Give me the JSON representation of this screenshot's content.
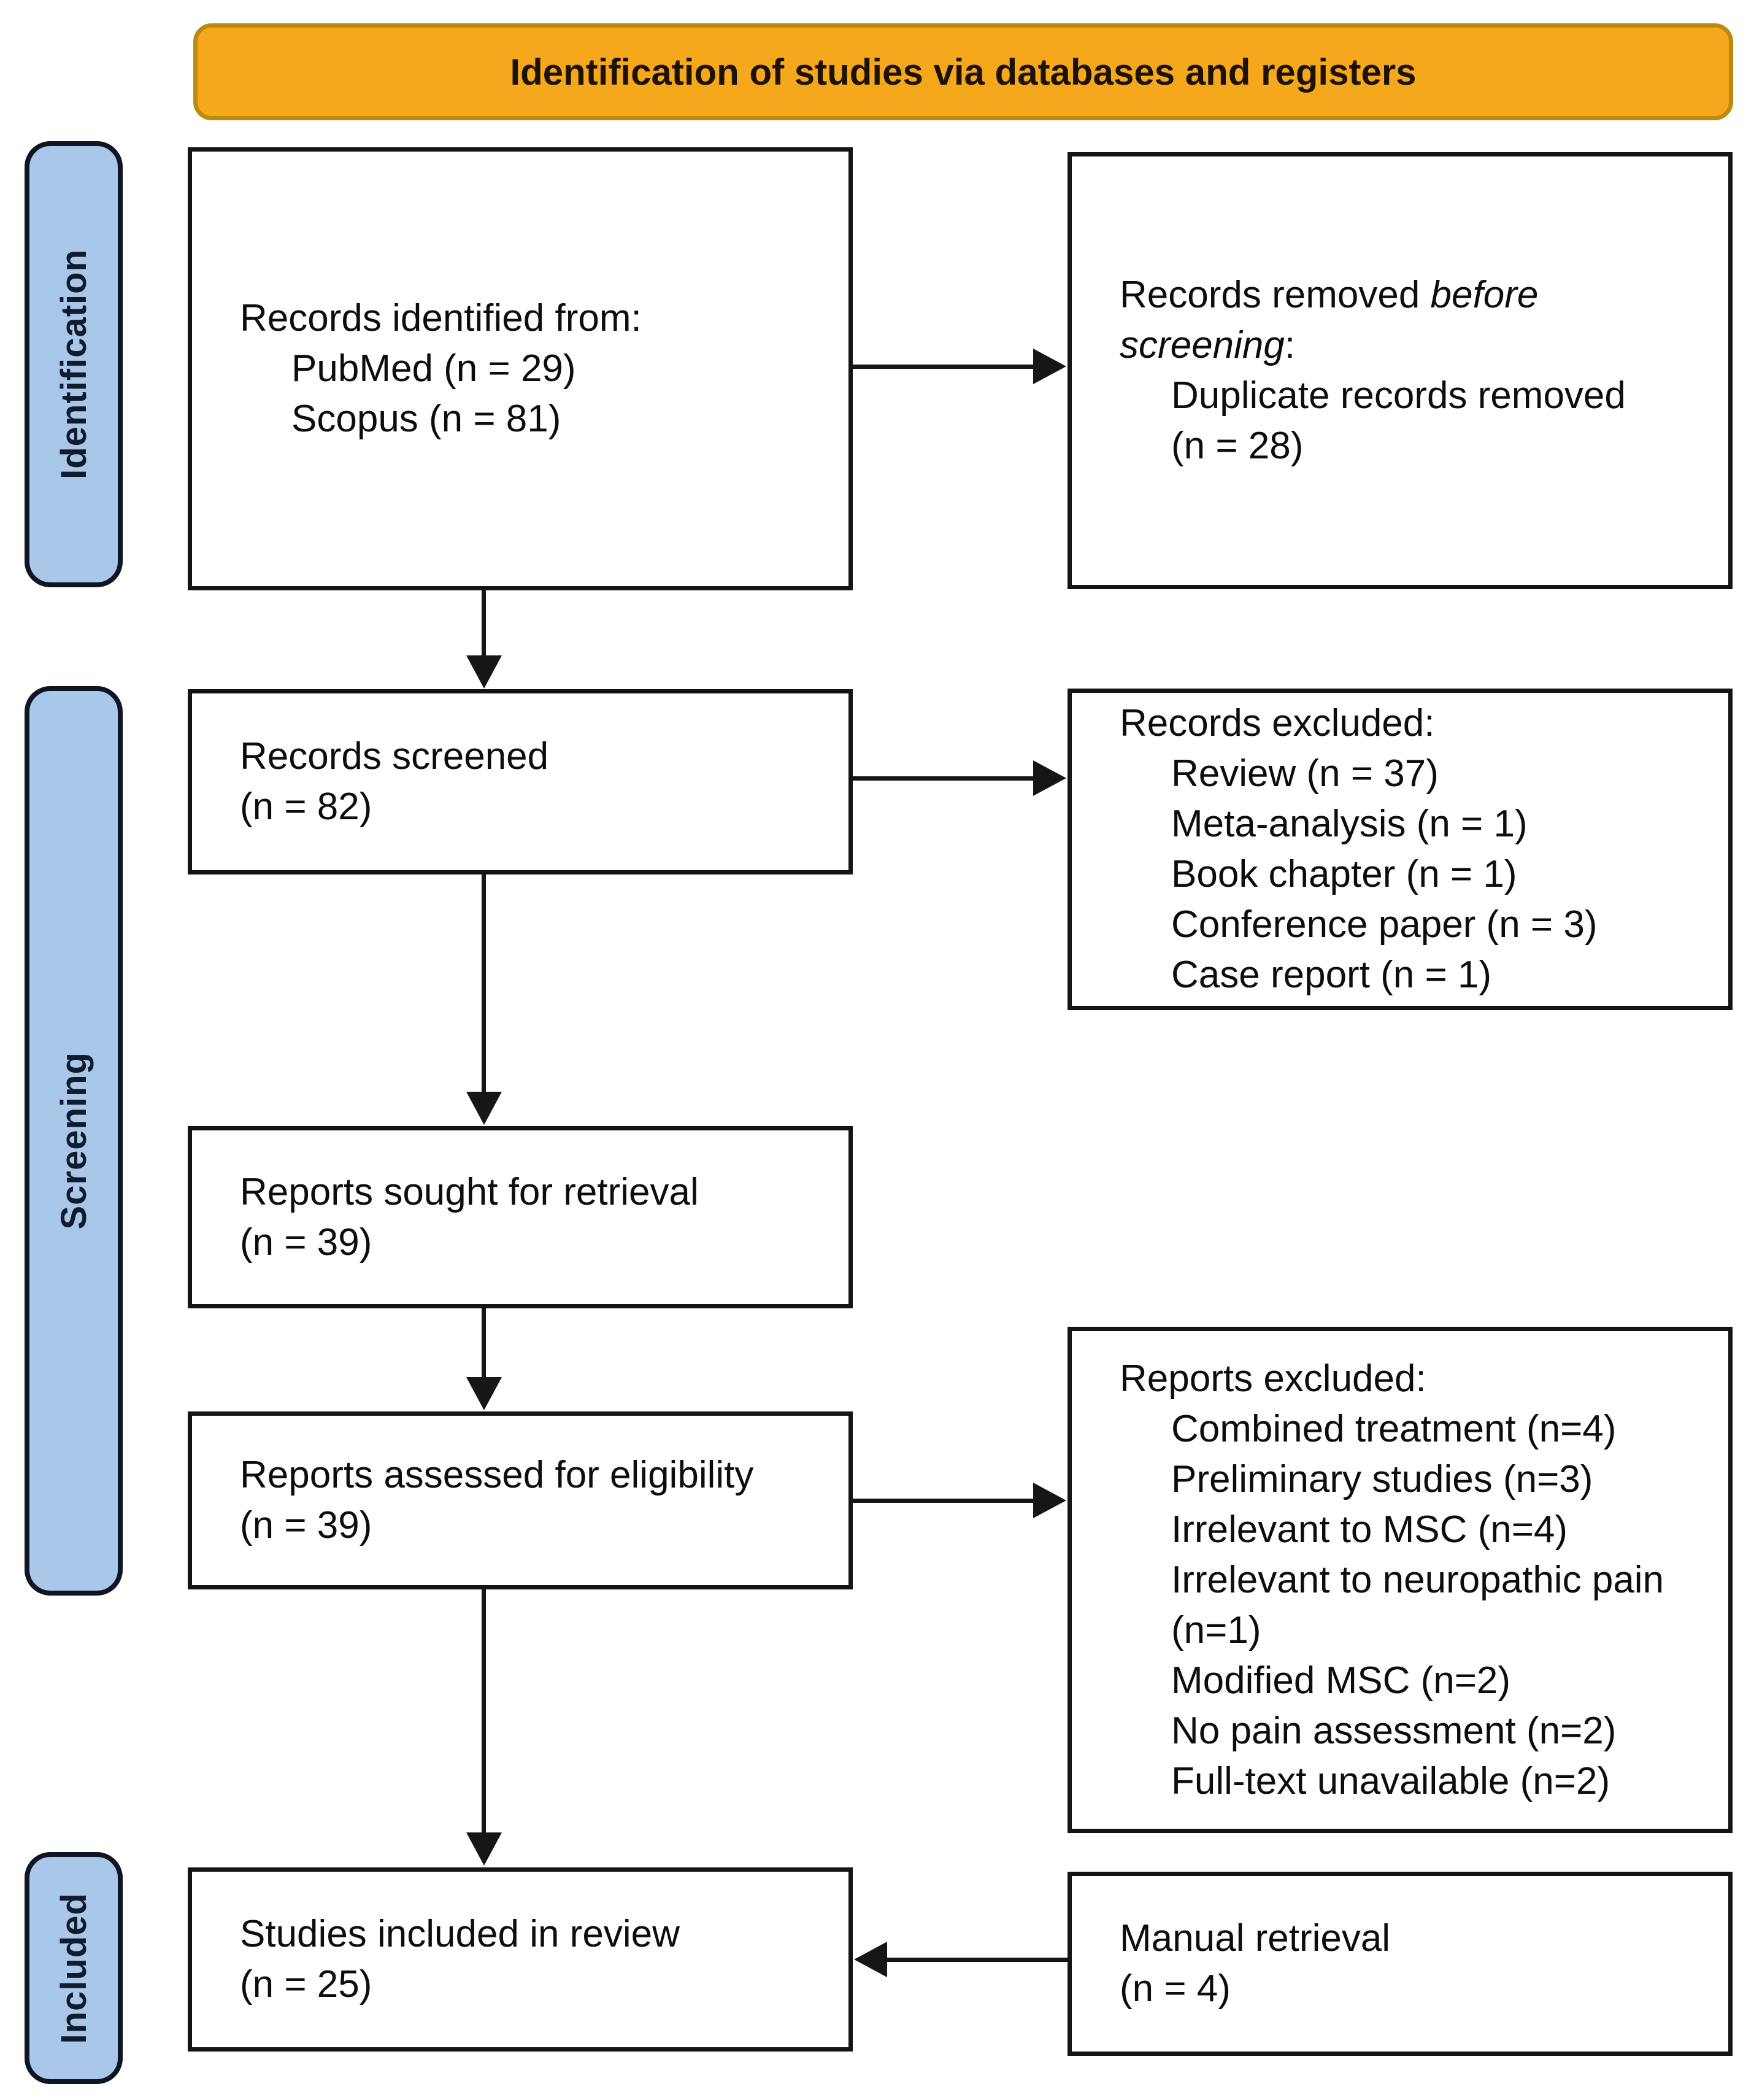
{
  "banner": {
    "title": "Identification of studies via databases and registers"
  },
  "stages": {
    "identification": "Identification",
    "screening": "Screening",
    "included": "Included"
  },
  "boxes": {
    "identified": {
      "title": "Records identified from:",
      "items": [
        "PubMed (n = 29)",
        "Scopus (n = 81)"
      ]
    },
    "removed": {
      "title_prefix": "Records removed ",
      "title_italic": "before screening",
      "title_suffix": ":",
      "items": [
        "Duplicate records removed (n = 28)"
      ]
    },
    "screened": {
      "lines": [
        "Records screened",
        "(n = 82)"
      ]
    },
    "records_excluded": {
      "title": "Records excluded:",
      "items": [
        "Review (n = 37)",
        "Meta-analysis (n = 1)",
        "Book chapter (n = 1)",
        "Conference paper (n = 3)",
        "Case report (n = 1)"
      ]
    },
    "sought": {
      "lines": [
        "Reports sought for retrieval",
        "(n = 39)"
      ]
    },
    "assessed": {
      "lines": [
        "Reports assessed for eligibility",
        "(n = 39)"
      ]
    },
    "reports_excluded": {
      "title": "Reports excluded:",
      "items": [
        "Combined treatment (n=4)",
        "Preliminary studies (n=3)",
        "Irrelevant to MSC (n=4)",
        "Irrelevant to neuropathic pain (n=1)",
        "Modified MSC (n=2)",
        "No pain assessment (n=2)",
        "Full-text unavailable (n=2)"
      ]
    },
    "included": {
      "lines": [
        "Studies included in review",
        "(n = 25)"
      ]
    },
    "manual": {
      "lines": [
        "Manual retrieval",
        "(n = 4)"
      ]
    }
  },
  "colors": {
    "banner_fill": "#f6a81c",
    "banner_border": "#bd8a10",
    "stage_fill": "#a9c7e8",
    "stage_border": "#0f1522",
    "box_border": "#141414",
    "arrow": "#161616",
    "text": "#0d0d0d"
  }
}
